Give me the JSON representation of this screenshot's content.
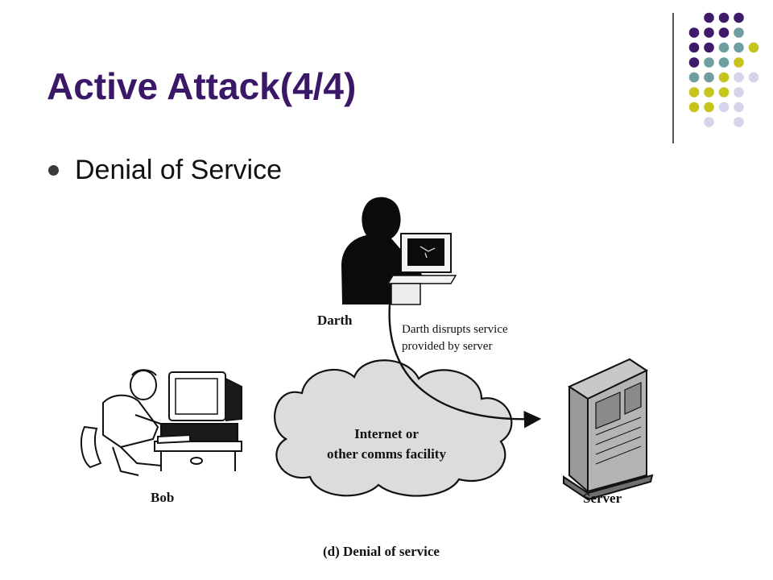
{
  "slide": {
    "title": "Active Attack(4/4)",
    "bullet": "Denial of Service"
  },
  "diagram": {
    "attacker_label": "Darth",
    "attack_note_line1": "Darth disrupts service",
    "attack_note_line2": "provided by server",
    "cloud_line1": "Internet or",
    "cloud_line2": "other comms facility",
    "user_label": "Bob",
    "server_label": "Server",
    "caption": "(d) Denial of service"
  },
  "colors": {
    "title": "#3b1768",
    "dot_purple": "#3f1a6a",
    "dot_teal": "#6f9ea1",
    "dot_olive": "#c6c41d",
    "dot_lavender": "#d6d4ea",
    "cloud_fill": "#dcdcdc",
    "server_fill": "#9a9a9a"
  },
  "icons": {
    "attacker": "hacker-at-terminal-icon",
    "user": "person-at-computer-icon",
    "server": "server-tower-icon",
    "network": "cloud-icon"
  }
}
